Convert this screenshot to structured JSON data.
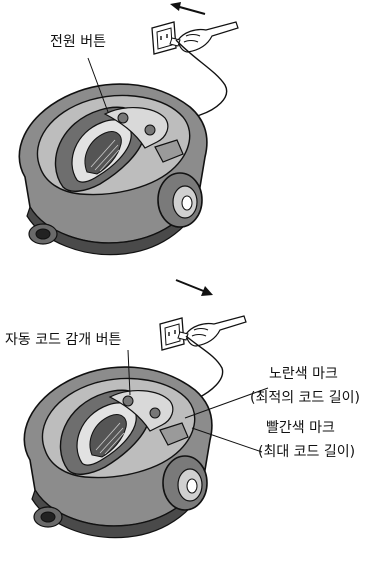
{
  "panel_top": {
    "label_power": "전원 버튼"
  },
  "panel_bottom": {
    "label_rewind": "자동 코드 감개 버튼",
    "label_yellow_line": "노란색 마크",
    "label_yellow_note": "(최적의 코드 길이)",
    "label_red_line": "빨간색 마크",
    "label_red_note": "(최대 코드 길이)"
  },
  "icons": {
    "top_arrow": "arrow-left-icon",
    "bottom_arrow": "arrow-down-right-icon",
    "outlet": "wall-outlet-icon",
    "vacuum": "vacuum-cleaner-icon"
  },
  "colors": {
    "line": "#111111",
    "body_fill": "#9a9a9a",
    "body_dark": "#4a4a4a",
    "panel_fill": "#d9d9d9"
  }
}
